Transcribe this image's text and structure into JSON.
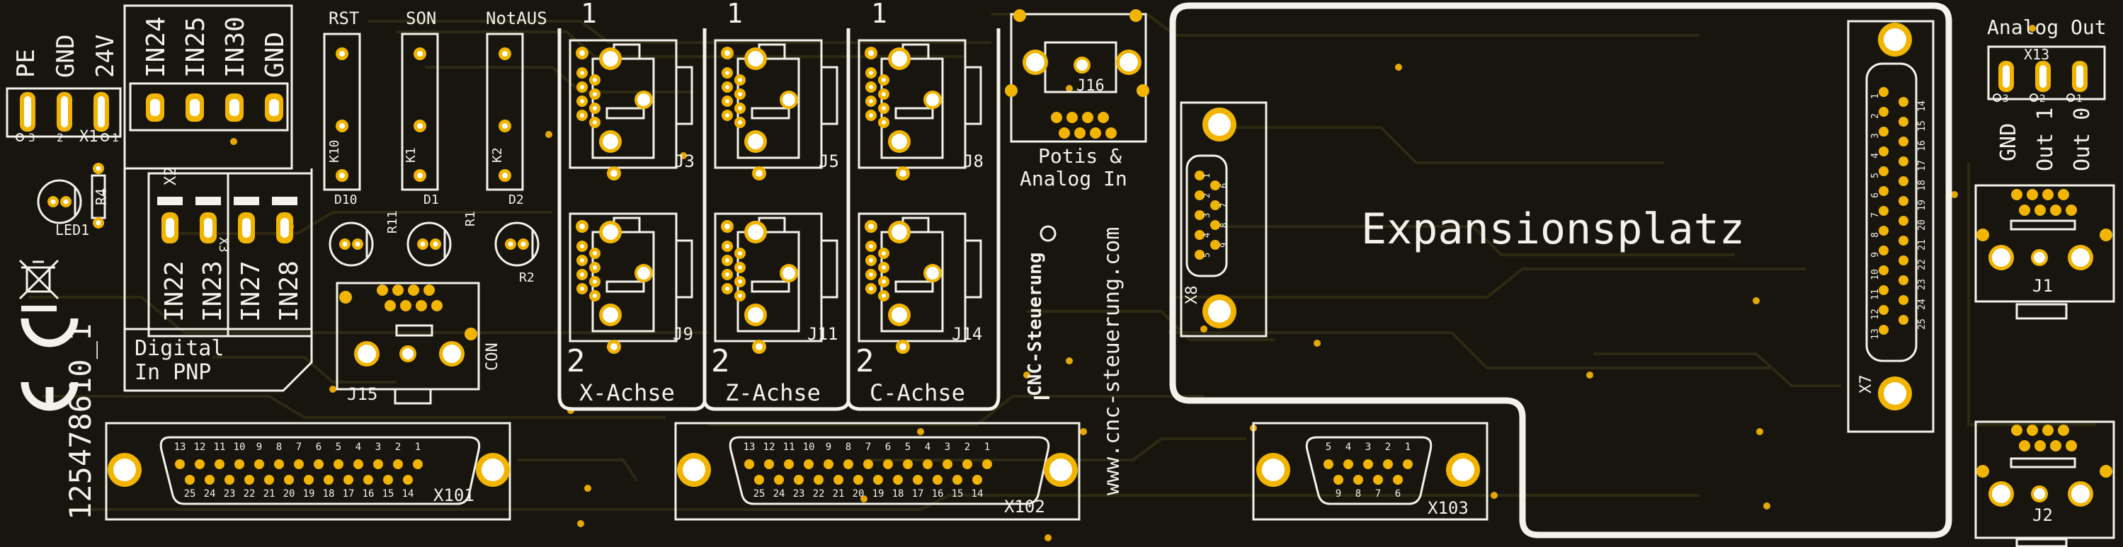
{
  "board": {
    "serial": "125478610_1",
    "website": "www.cnc-steuerung.com",
    "logo_text": "CNC-Steuerung",
    "ce_mark": "CE",
    "colors": {
      "substrate": "#17150e",
      "silkscreen": "#f2f1ea",
      "pad": "#f1b500",
      "drill": "#ffffff",
      "trace": "#2e2913"
    }
  },
  "power": {
    "labels": [
      "PE",
      "GND",
      "24V"
    ],
    "ref": "X1",
    "pins": [
      "3",
      "2",
      "1"
    ]
  },
  "inputs_top": {
    "labels": [
      "IN24",
      "IN25",
      "IN30",
      "GND"
    ]
  },
  "inputs_bottom": {
    "ref": "X2",
    "ref2": "X3",
    "labels": [
      "IN22",
      "IN23",
      "IN27",
      "IN28"
    ]
  },
  "digital_label": {
    "line1": "Digital",
    "line2": "In PNP"
  },
  "led": {
    "ref": "LED1",
    "resistor": "R4"
  },
  "relays": [
    {
      "title": "RST",
      "ref": "K10",
      "diode": "D10",
      "resistor": "R11"
    },
    {
      "title": "SON",
      "ref": "K1",
      "diode": "D1",
      "resistor": "R1"
    },
    {
      "title": "NotAUS",
      "ref": "K2",
      "diode": "D2",
      "resistor": "R2"
    }
  ],
  "con": {
    "label": "CON",
    "ref": "J15"
  },
  "axes": [
    {
      "name": "X-Achse",
      "top_ref": "J3",
      "bottom_ref": "J9",
      "num_top": "1",
      "num_bottom": "2"
    },
    {
      "name": "Z-Achse",
      "top_ref": "J5",
      "bottom_ref": "J11",
      "num_top": "1",
      "num_bottom": "2"
    },
    {
      "name": "C-Achse",
      "top_ref": "J8",
      "bottom_ref": "J14",
      "num_top": "1",
      "num_bottom": "2"
    }
  ],
  "potis": {
    "ref": "J16",
    "line1": "Potis &",
    "line2": "Analog In"
  },
  "expansion": {
    "title": "Expansionsplatz",
    "left_ref": "X8",
    "right_ref": "X7"
  },
  "x8_pins": {
    "row1": [
      "1",
      "2",
      "3",
      "4",
      "5"
    ],
    "row2": [
      "6",
      "7",
      "8",
      "9"
    ]
  },
  "x7_pins": {
    "row1": [
      "1",
      "2",
      "3",
      "4",
      "5",
      "6",
      "7",
      "8",
      "9",
      "10",
      "11",
      "12",
      "13"
    ],
    "row2": [
      "14",
      "15",
      "16",
      "17",
      "18",
      "19",
      "20",
      "21",
      "22",
      "23",
      "24",
      "25"
    ]
  },
  "analog_out": {
    "title": "Analog Out",
    "ref": "X13",
    "pins": [
      "3",
      "2",
      "1"
    ],
    "labels": [
      "GND",
      "Out 1",
      "Out 0"
    ]
  },
  "rj_right": {
    "top_ref": "J1",
    "bottom_ref": "J2"
  },
  "dsub_bottom": [
    {
      "ref": "X101",
      "row1": [
        "13",
        "12",
        "11",
        "10",
        "9",
        "8",
        "7",
        "6",
        "5",
        "4",
        "3",
        "2",
        "1"
      ],
      "row2": [
        "25",
        "24",
        "23",
        "22",
        "21",
        "20",
        "19",
        "18",
        "17",
        "16",
        "15",
        "14"
      ]
    },
    {
      "ref": "X102",
      "row1": [
        "13",
        "12",
        "11",
        "10",
        "9",
        "8",
        "7",
        "6",
        "5",
        "4",
        "3",
        "2",
        "1"
      ],
      "row2": [
        "25",
        "24",
        "23",
        "22",
        "21",
        "20",
        "19",
        "18",
        "17",
        "16",
        "15",
        "14"
      ]
    },
    {
      "ref": "X103",
      "row1": [
        "5",
        "4",
        "3",
        "2",
        "1"
      ],
      "row2": [
        "9",
        "8",
        "7",
        "6"
      ]
    }
  ]
}
